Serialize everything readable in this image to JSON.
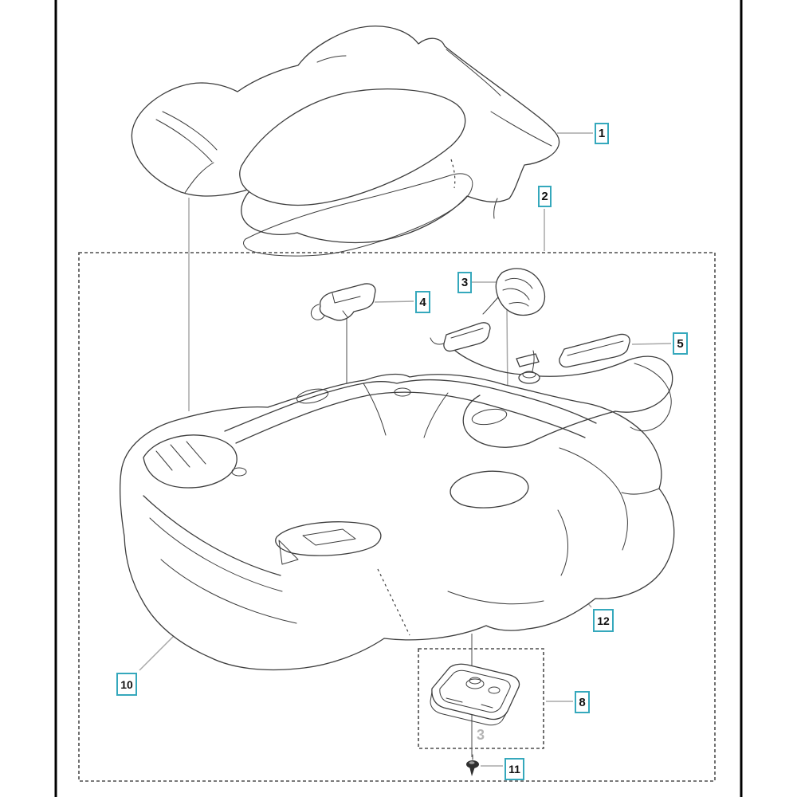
{
  "callouts": {
    "c1": {
      "label": "1"
    },
    "c2": {
      "label": "2"
    },
    "c3": {
      "label": "3"
    },
    "c4": {
      "label": "4"
    },
    "c5": {
      "label": "5"
    },
    "c8": {
      "label": "8"
    },
    "c10": {
      "label": "10"
    },
    "c11": {
      "label": "11"
    },
    "c12": {
      "label": "12"
    }
  },
  "watermark": {
    "label": "3"
  },
  "colors": {
    "callout_border": "#35a8bc",
    "drawing_line": "#3d3d3d",
    "leader_line": "#a8a8a8",
    "dashed_box": "#4d4d4d",
    "frame_line": "#000000",
    "watermark_text": "#b4b4b4"
  }
}
